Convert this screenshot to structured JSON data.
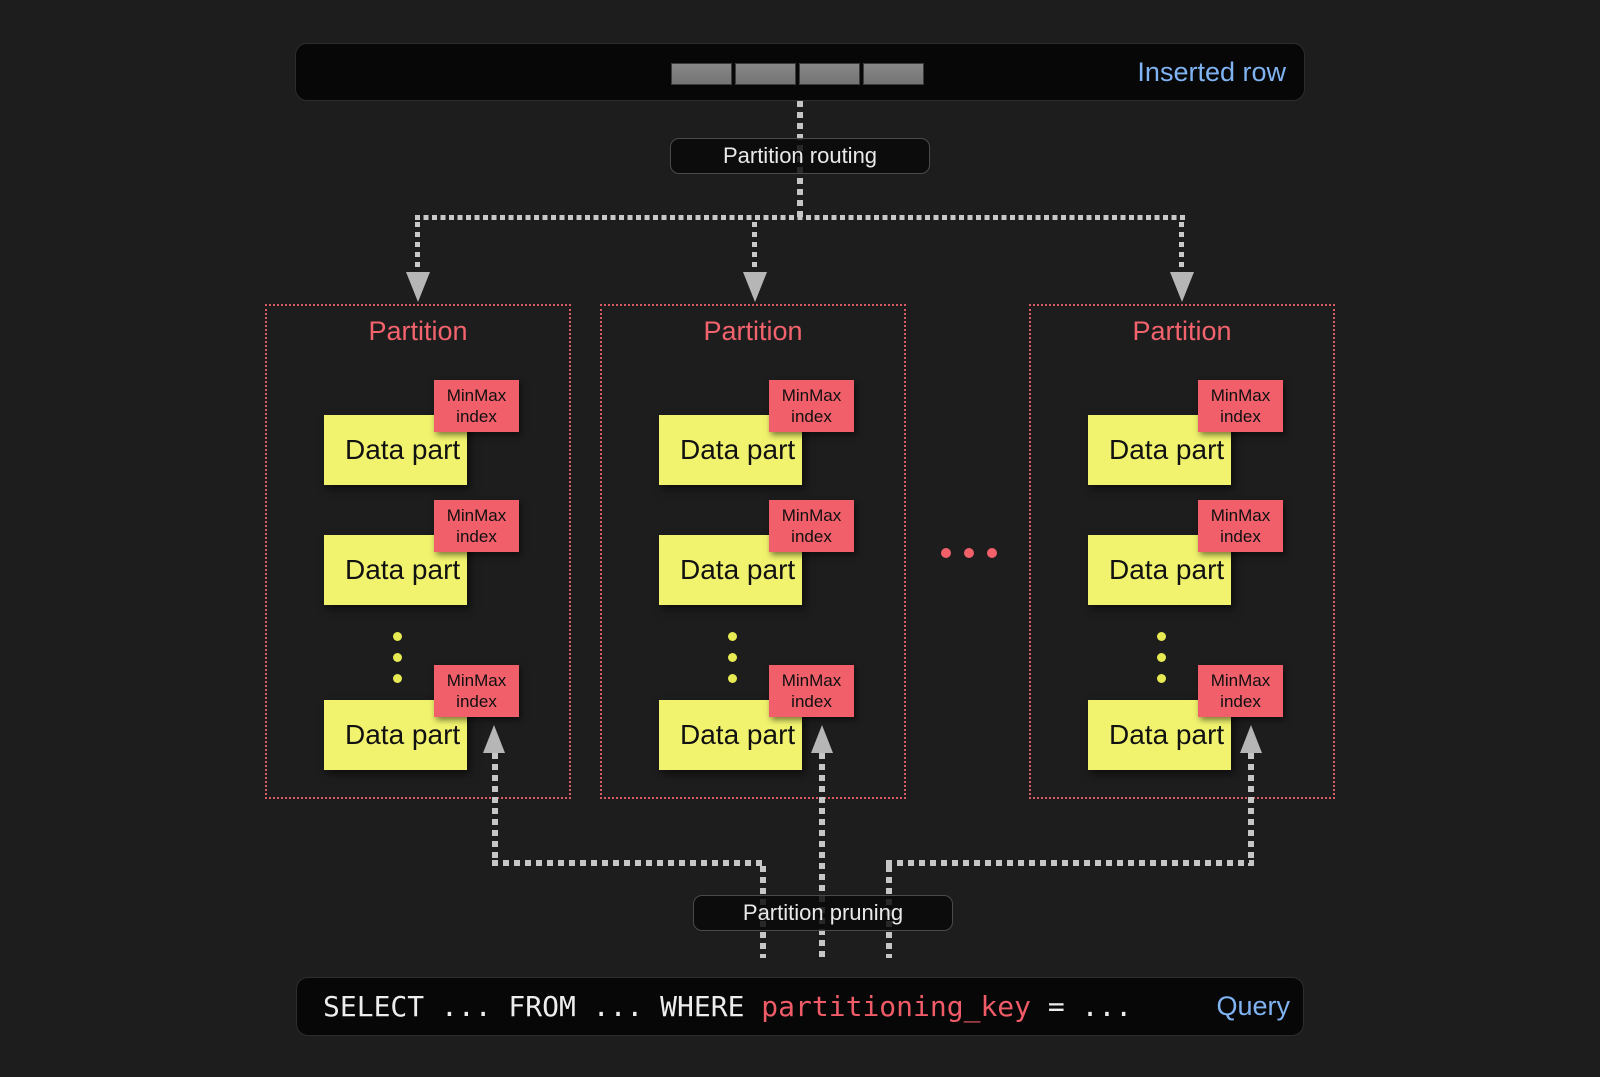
{
  "colors": {
    "background": "#1d1d1d",
    "bar_background": "#070707",
    "accent_blue": "#7fb3f2",
    "partition_red": "#f2606a",
    "data_part_yellow": "#f1f36e",
    "arrow_gray": "#c6c6c6",
    "query_key_red": "#ef5b66"
  },
  "inserted_row_bar": {
    "label": "Inserted row",
    "cell_count": 4
  },
  "flow_labels": {
    "routing": "Partition routing",
    "pruning": "Partition pruning"
  },
  "partitions": [
    {
      "title": "Partition",
      "parts": [
        {
          "part_label": "Data part",
          "index_label": "MinMax index"
        },
        {
          "part_label": "Data part",
          "index_label": "MinMax index"
        },
        {
          "part_label": "Data part",
          "index_label": "MinMax index"
        }
      ],
      "more_parts_indicator": "..."
    },
    {
      "title": "Partition",
      "parts": [
        {
          "part_label": "Data part",
          "index_label": "MinMax index"
        },
        {
          "part_label": "Data part",
          "index_label": "MinMax index"
        },
        {
          "part_label": "Data part",
          "index_label": "MinMax index"
        }
      ],
      "more_parts_indicator": "..."
    },
    {
      "title": "Partition",
      "parts": [
        {
          "part_label": "Data part",
          "index_label": "MinMax index"
        },
        {
          "part_label": "Data part",
          "index_label": "MinMax index"
        },
        {
          "part_label": "Data part",
          "index_label": "MinMax index"
        }
      ],
      "more_parts_indicator": "..."
    }
  ],
  "more_partitions_indicator": "...",
  "query_bar": {
    "code_before_key": "SELECT ... FROM ... WHERE ",
    "code_key": "partitioning_key",
    "code_after_key": " = ...",
    "label": "Query"
  }
}
